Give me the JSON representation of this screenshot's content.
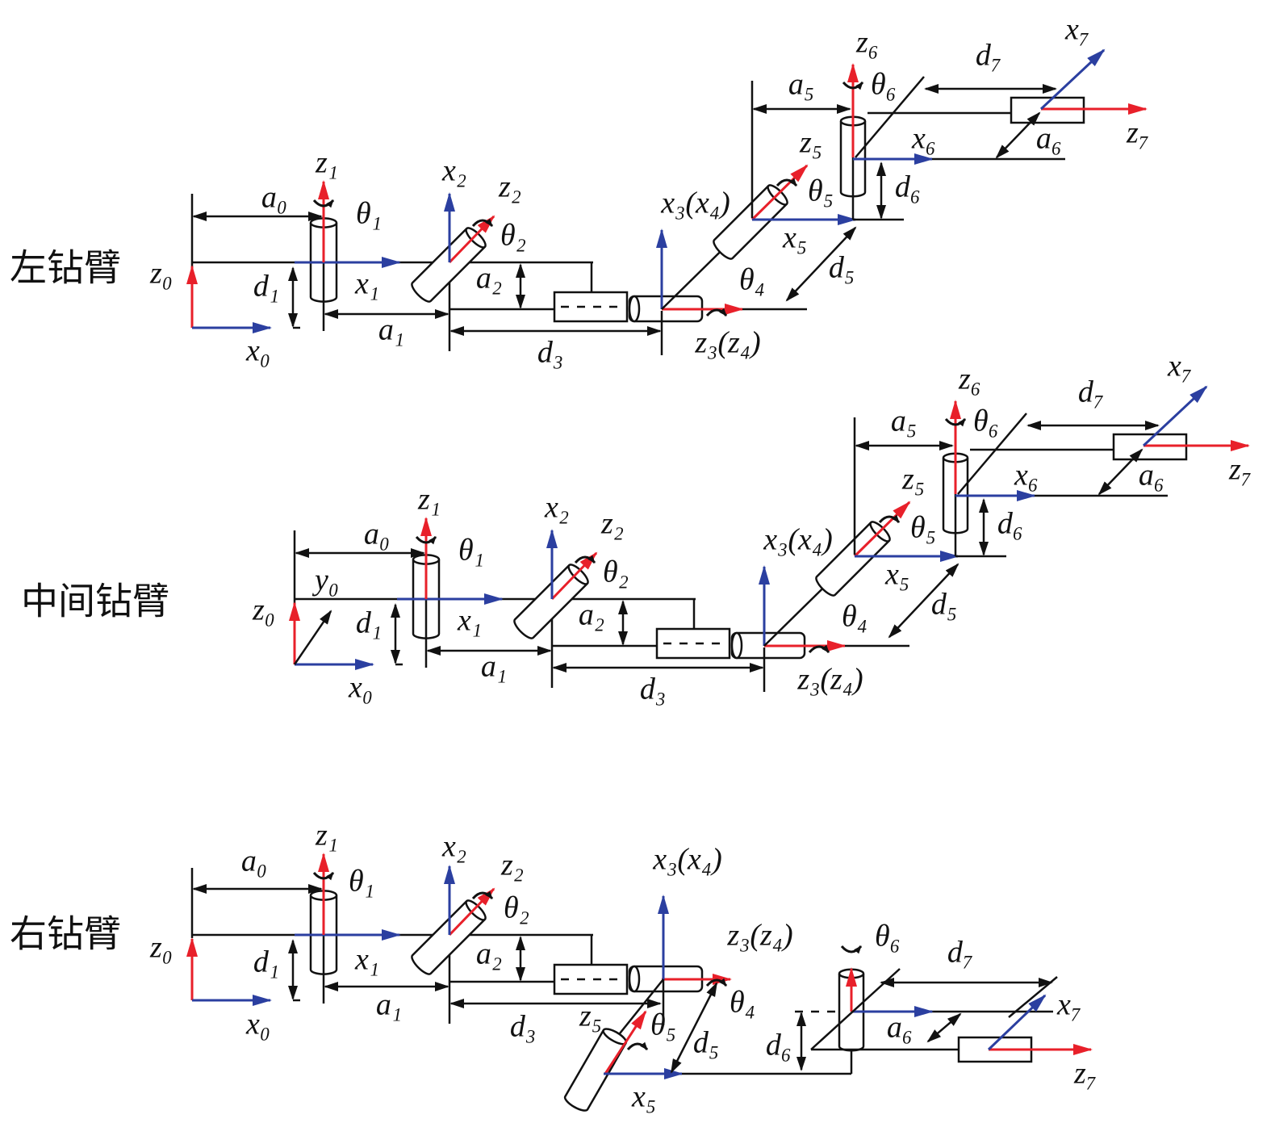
{
  "colors": {
    "z_axis": "#e8202a",
    "x_axis": "#2b3fa0",
    "line": "#111111"
  },
  "panels": [
    {
      "title": "左钻臂",
      "labels": {
        "z0": "z₀",
        "x0": "x₀",
        "a0": "a₀",
        "z1": "z₁",
        "theta1": "θ₁",
        "d1": "d₁",
        "x1": "x₁",
        "a1": "a₁",
        "x2": "x₂",
        "z2": "z₂",
        "theta2": "θ₂",
        "a2": "a₂",
        "d3": "d₃",
        "x3x4": "x₃(x₄)",
        "z3z4": "z₃(z₄)",
        "theta4": "θ₄",
        "x5": "x₅",
        "d5": "d₅",
        "z5": "z₅",
        "theta5": "θ₅",
        "a5": "a₅",
        "z6": "z₆",
        "theta6": "θ₆",
        "x6": "x₆",
        "d6": "d₆",
        "d7": "d₇",
        "x7": "x₇",
        "a6": "a₆",
        "z7": "z₇"
      }
    },
    {
      "title": "中间钻臂",
      "labels": {
        "z0": "z₀",
        "x0": "x₀",
        "y0": "y₀",
        "a0": "a₀",
        "z1": "z₁",
        "theta1": "θ₁",
        "d1": "d₁",
        "x1": "x₁",
        "a1": "a₁",
        "x2": "x₂",
        "z2": "z₂",
        "theta2": "θ₂",
        "a2": "a₂",
        "d3": "d₃",
        "x3x4": "x₃(x₄)",
        "z3z4": "z₃(z₄)",
        "theta4": "θ₄",
        "x5": "x₅",
        "d5": "d₅",
        "z5": "z₅",
        "theta5": "θ₅",
        "a5": "a₅",
        "z6": "z₆",
        "theta6": "θ₆",
        "x6": "x₆",
        "d6": "d₆",
        "d7": "d₇",
        "x7": "x₇",
        "a6": "a₆",
        "z7": "z₇"
      }
    },
    {
      "title": "右钻臂",
      "labels": {
        "z0": "z₀",
        "x0": "x₀",
        "a0": "a₀",
        "z1": "z₁",
        "theta1": "θ₁",
        "d1": "d₁",
        "x1": "x₁",
        "a1": "a₁",
        "x2": "x₂",
        "z2": "z₂",
        "theta2": "θ₂",
        "a2": "a₂",
        "d3": "d₃",
        "x3x4": "x₃(x₄)",
        "z3z4": "z₃(z₄)",
        "theta4": "θ₄",
        "z5": "z₅",
        "theta5": "θ₅",
        "d5": "d₅",
        "x5": "x₅",
        "theta6": "θ₆",
        "d7": "d₇",
        "x7": "x₇",
        "a6": "a₆",
        "d6": "d₆",
        "z7": "z₇"
      }
    }
  ]
}
